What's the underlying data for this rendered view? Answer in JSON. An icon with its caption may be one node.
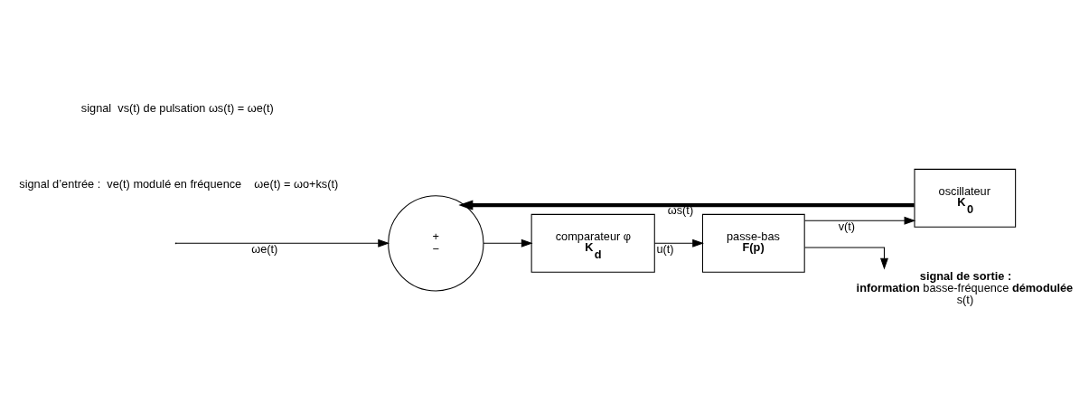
{
  "diagram": {
    "nodes": [
      {
        "text": [
          "+",
          "−"
        ]
      },
      {
        "text": [
          "comparateur φ",
          "**K$_{d}$**"
        ]
      },
      {
        "text": [
          "passe-bas",
          "**F(p)**"
        ]
      },
      {
        "text": [
          "oscillateur",
          "**K$_{0}$**"
        ]
      },
      {
        "text": [
          "**signal de sortie :**",
          "**information** basse-fréquence **démodulée**",
          "s(t)"
        ]
      }
    ],
    "edges": [
      {
        "from": null,
        "to": 0,
        "arrow": "to",
        "label": "ωe(t)"
      },
      {
        "from": 0,
        "to": 1,
        "arrow": "to"
      },
      {
        "from": 1,
        "to": 2,
        "arrow": "to",
        "label": "u(t)"
      },
      {
        "from": 2,
        "to": 3,
        "arrow": "to",
        "label": "v(t)"
      },
      {
        "from": 2,
        "to": 4,
        "arrow": "to"
      },
      {
        "from": 3,
        "to": 0,
        "arrow": "to",
        "label": "ωs(t)",
        "style": "thick"
      }
    ],
    "labels": [
      "signal d’entrée :  ve(t) modulé en fréquence    ωe(t) = ωo+ks(t)",
      "signal  vs(t) de pulsation ωs(t) = ωe(t)"
    ]
  }
}
